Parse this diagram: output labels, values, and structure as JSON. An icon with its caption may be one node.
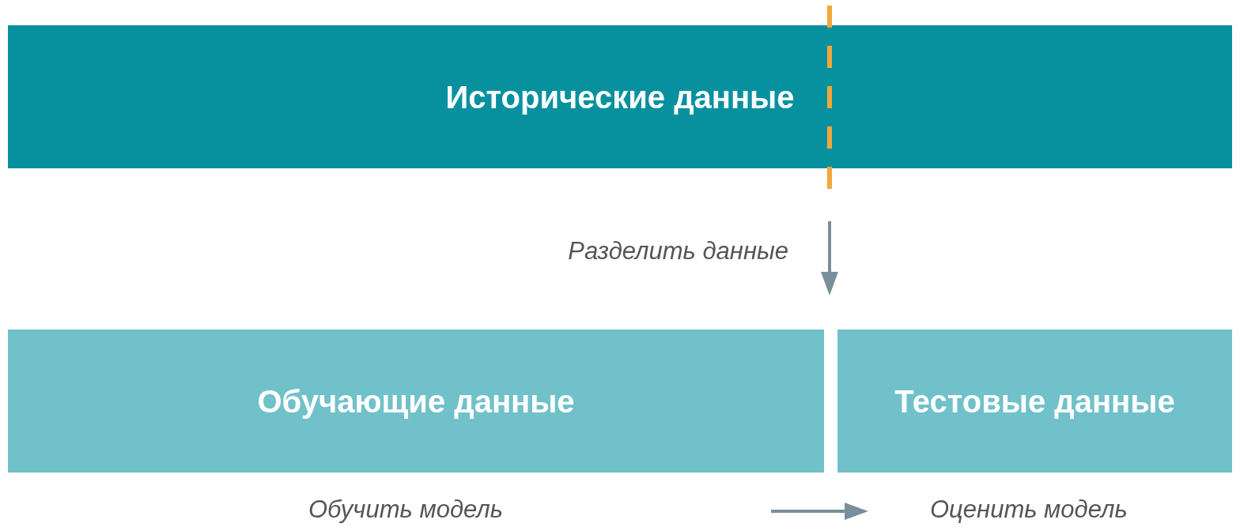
{
  "diagram": {
    "nodes": [
      {
        "text": [
          "Исторические данные"
        ]
      },
      {
        "text": [
          "Обучающие данные"
        ],
        "beside": [
          "Обучить модель"
        ]
      },
      {
        "text": [
          "Тестовые данные"
        ],
        "beside": [
          "Оценить модель"
        ]
      }
    ],
    "labels": [
      "Разделить данные"
    ]
  }
}
